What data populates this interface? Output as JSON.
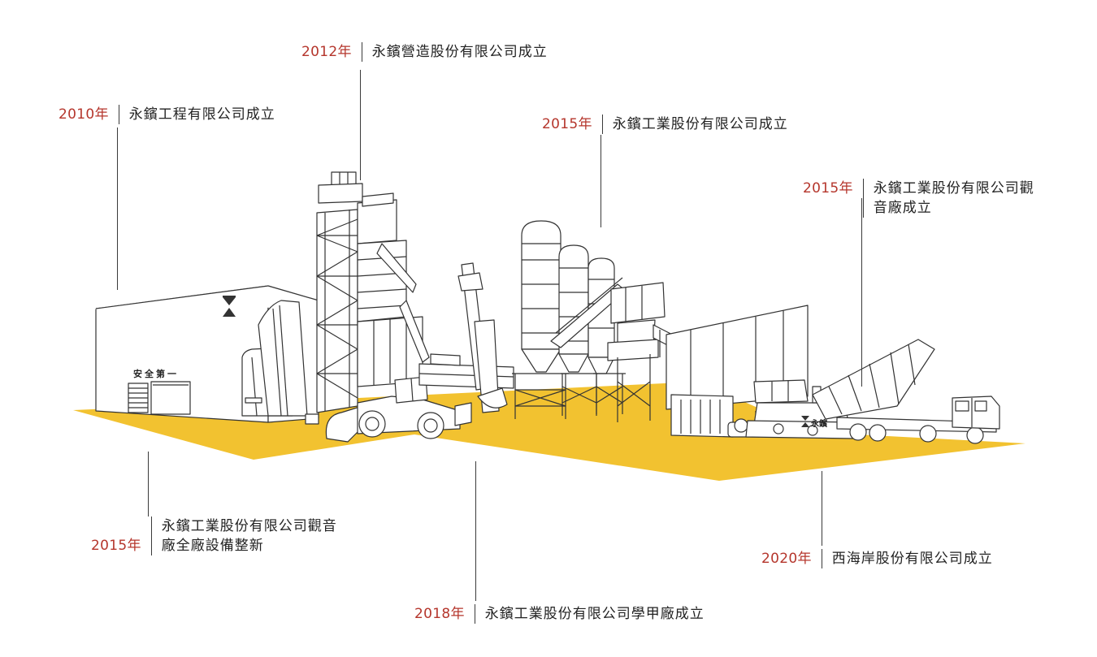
{
  "timeline": [
    {
      "year": "2010年",
      "text": "永鑌工程有限公司成立"
    },
    {
      "year": "2012年",
      "text": "永鑌營造股份有限公司成立"
    },
    {
      "year": "2015年",
      "text": "永鑌工業股份有限公司成立"
    },
    {
      "year": "2015年",
      "text_line1": "永鑌工業股份有限公司觀",
      "text_line2": "音廠成立"
    },
    {
      "year": "2015年",
      "text_line1": "永鑌工業股份有限公司觀音",
      "text_line2": "廠全廠設備整新"
    },
    {
      "year": "2018年",
      "text": "永鑌工業股份有限公司學甲廠成立"
    },
    {
      "year": "2020年",
      "text": "西海岸股份有限公司成立"
    }
  ],
  "illustration": {
    "warehouse_sign": "安全第一",
    "paver_logo_text": "永鑌",
    "ground_color": "#f2c230",
    "line_color": "#333333"
  }
}
